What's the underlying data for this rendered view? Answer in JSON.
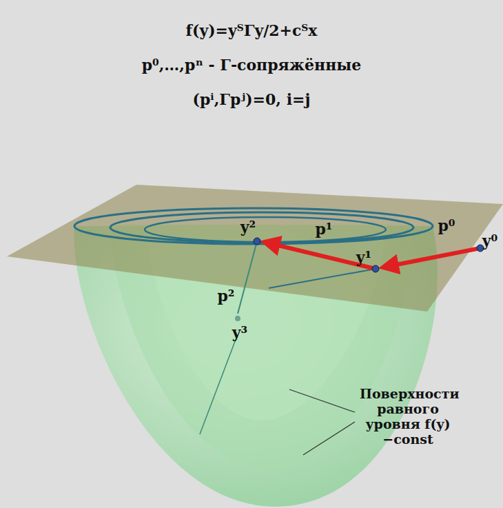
{
  "diagram": {
    "labels": [
      "f(y)=yᵀΓy/2+cᵀx",
      "p⁰,…,pⁿ - Γ-сопряжённые",
      "(pⁱ,Γpʲ)=0, i=j",
      "y⁰",
      "p⁰",
      "y¹",
      "p¹",
      "y²",
      "p²",
      "y³",
      "Поверхности равного уровня f(y)−const"
    ]
  }
}
